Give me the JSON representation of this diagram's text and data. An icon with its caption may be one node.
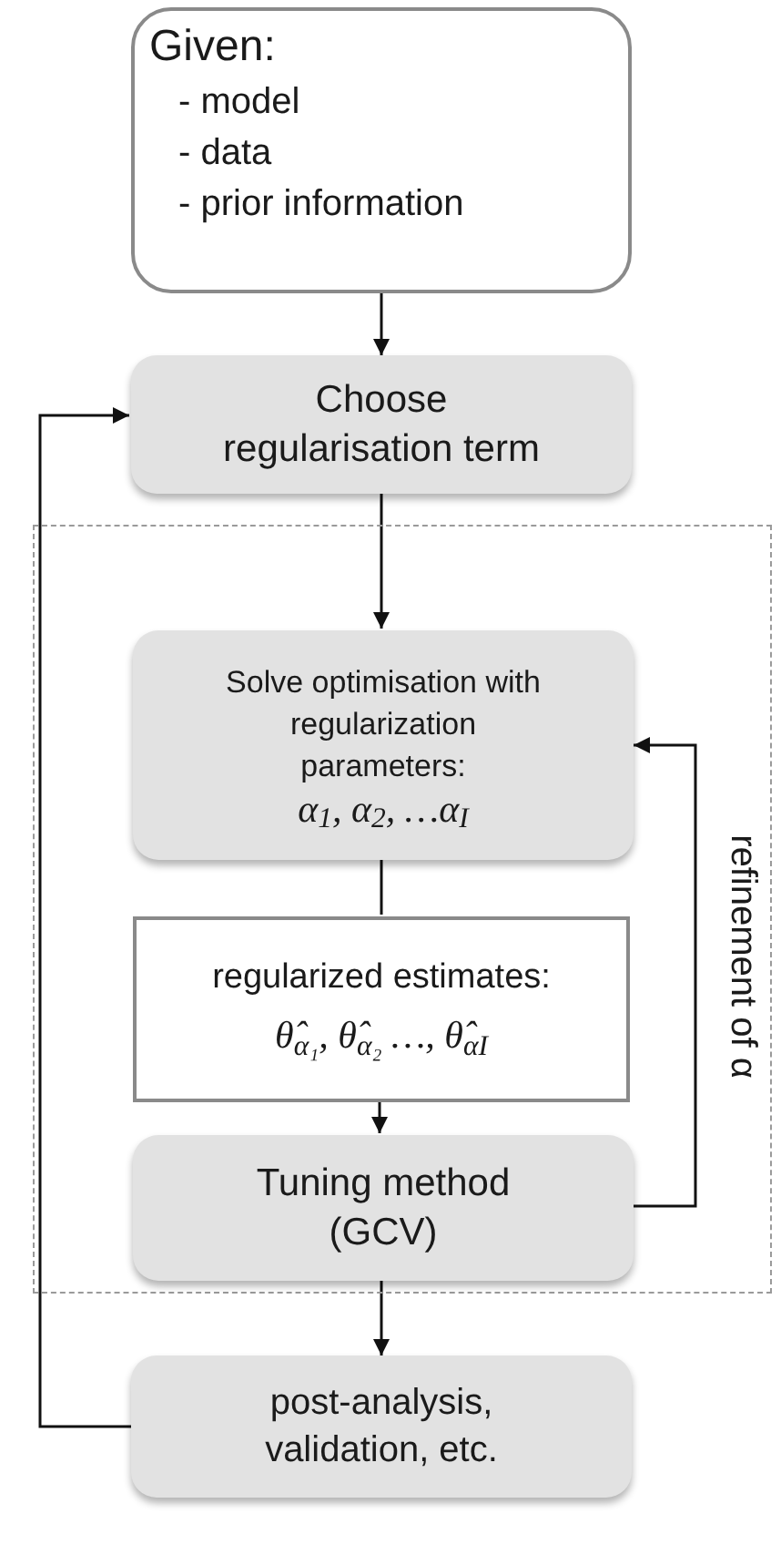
{
  "diagram": {
    "nodes": [
      {
        "text": [
          "Given:",
          "- model",
          "- data",
          "- prior information"
        ]
      },
      {
        "text": [
          "Choose regularisation term"
        ]
      },
      {
        "text": [],
        "shape": "box"
      },
      {
        "text": [
          "Solve optimisation with regularization parameters:",
          "α$_{1}$,  α$_{2}$, …α$_{I}$"
        ],
        "in": 2
      },
      {
        "text": [
          "regularized estimates:",
          "θ̂$_{α₁}$,  θ̂$_{α₂}$ …, θ̂$_{αI}$"
        ],
        "in": 2
      },
      {
        "text": [
          "Tuning method (GCV)"
        ],
        "in": 2
      },
      {
        "text": [
          "post-analysis, validation, etc."
        ]
      }
    ],
    "edges": [
      {
        "from": 0,
        "to": 1,
        "arrow": "to"
      },
      {
        "from": 1,
        "to": 3,
        "arrow": "to"
      },
      {
        "from": 3,
        "to": 4,
        "arrow": "none"
      },
      {
        "from": 4,
        "to": 5,
        "arrow": "to"
      },
      {
        "from": 5,
        "to": 3,
        "arrow": "to",
        "label": "refinement of α"
      },
      {
        "from": 5,
        "to": 6,
        "arrow": "to"
      },
      {
        "from": 6,
        "to": 1,
        "arrow": "to"
      }
    ]
  }
}
